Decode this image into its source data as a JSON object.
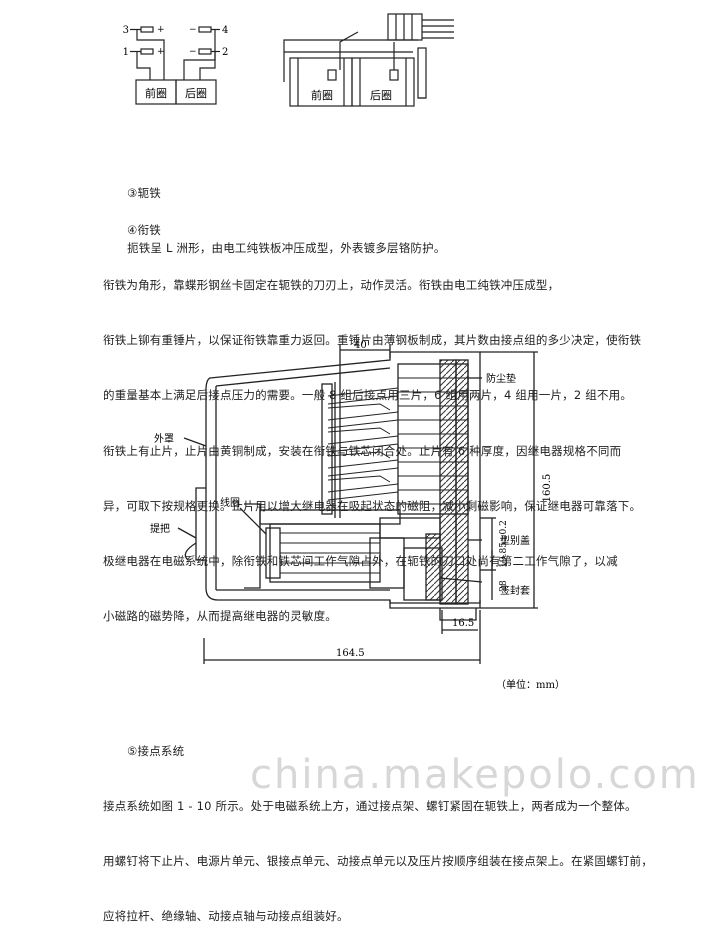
{
  "top_diagram": {
    "terminal_3": "3",
    "terminal_1": "1",
    "terminal_4": "4",
    "terminal_2": "2",
    "plus_sign": "+",
    "minus_sign": "−",
    "front_coil": "前圈",
    "rear_coil": "后圈"
  },
  "section3": {
    "heading": "③轭铁",
    "lines": [
      "扼铁呈 L 洲形，由电工纯铁板冲压成型，外表镀多层铬防护。"
    ]
  },
  "section4": {
    "heading": "④衔铁",
    "lines": [
      "    衔铁为角形，靠蝶形钢丝卡固定在轭铁的刀刃上，动作灵活。衔铁由电工纯铁冲压成型，",
      "衔铁上铆有重锤片，以保证衔铁靠重力返回。重锤片由薄钢板制成，其片数由接点组的多少决定，使衔铁",
      "的重量基本上满足后接点压力的需要。一般 8 组后接点用三片，6 组用两片，4 组用一片，2 组不用。",
      "    衔铁上有止片，止片由黄铜制成，安装在衔铁与铁芯闭合处。止片有 6 种厚度，因继电器规格不同而",
      "异，可取下按规格更换。止片用以增大继电器在吸起状态的磁阻，减小剩磁影响，保证继电器可靠落下。",
      "    极继电器在电磁系统中，除衔铁和铁芯间工作气隙占外，在轭铁的刀口处尚有第二工作气隙了，以减",
      "小磁路的磁势降，从而提高继电器的灵敏度。"
    ]
  },
  "drawing": {
    "dim_40": "40",
    "label_dust_pad": "防尘垫",
    "label_outer_cover": "外罩",
    "label_handle": "提把",
    "label_coil": "线圈",
    "dim_1605": "160.5",
    "dim_1985": "19.85±0.2",
    "label_type_cover": "型别盖",
    "dim_28": "28",
    "label_seal": "签封套",
    "dim_165": "16.5",
    "dim_1645": "164.5",
    "unit_note": "（单位：mm）"
  },
  "section5": {
    "heading": "⑤接点系统",
    "lines": [
      "    接点系统如图 1 - 10 所示。处于电磁系统上方，通过接点架、螺钉紧固在轭铁上，两者成为一个整体。",
      "用螺钉将下止片、电源片单元、银接点单元、动接点单元以及压片按顺序组装在接点架上。在紧固螺钉前，",
      "应将拉杆、绝缘轴、动接点轴与动接点组装好。"
    ]
  },
  "watermark": "china.makepolo.com"
}
